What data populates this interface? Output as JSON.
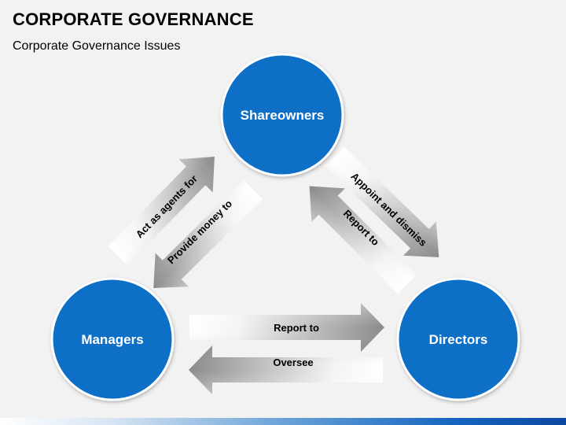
{
  "header": {
    "title": "CORPORATE GOVERNANCE",
    "subtitle": "Corporate Governance Issues"
  },
  "nodes": {
    "shareowners": "Shareowners",
    "managers": "Managers",
    "directors": "Directors"
  },
  "arrows": {
    "act_as_agents_for": "Act as agents for",
    "provide_money_to": "Provide money to",
    "appoint_and_dismiss": "Appoint and dismiss",
    "report_to_shareowners": "Report to",
    "report_to_directors": "Report to",
    "oversee": "Oversee"
  },
  "colors": {
    "node_fill": "#0b6fc6",
    "node_stroke": "#ffffff",
    "arrow_dark": "#8c8c8c",
    "arrow_light": "#ffffff",
    "background": "#f2f2f2"
  }
}
